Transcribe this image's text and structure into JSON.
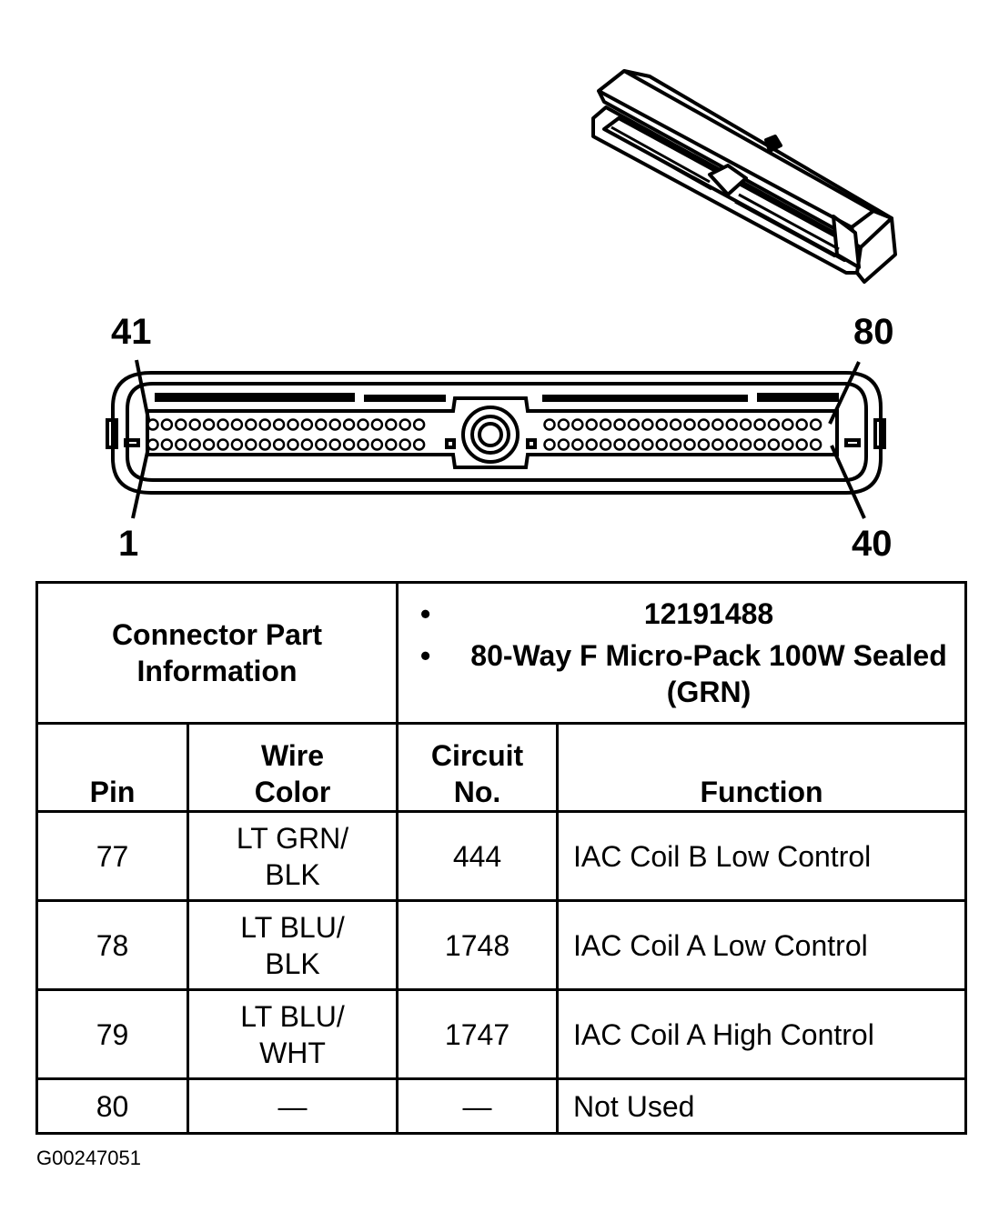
{
  "diagram": {
    "pin_labels": {
      "top_left": "41",
      "top_right": "80",
      "bottom_left": "1",
      "bottom_right": "40"
    },
    "figure_id": "G00247051"
  },
  "table": {
    "part_info_label": "Connector Part Information",
    "part_info_items": [
      "12191488",
      "80-Way F Micro-Pack 100W Sealed (GRN)"
    ],
    "bullet": "•",
    "headers": {
      "pin": "Pin",
      "wire_color_line1": "Wire",
      "wire_color_line2": "Color",
      "circuit_line1": "Circuit",
      "circuit_line2": "No.",
      "function": "Function"
    },
    "rows": [
      {
        "pin": "77",
        "wire_line1": "LT GRN/",
        "wire_line2": "BLK",
        "circuit": "444",
        "function": "IAC Coil B Low Control"
      },
      {
        "pin": "78",
        "wire_line1": "LT BLU/",
        "wire_line2": "BLK",
        "circuit": "1748",
        "function": "IAC Coil A Low Control"
      },
      {
        "pin": "79",
        "wire_line1": "LT BLU/",
        "wire_line2": "WHT",
        "circuit": "1747",
        "function": "IAC Coil A High Control"
      },
      {
        "pin": "80",
        "wire_line1": "—",
        "wire_line2": "",
        "circuit": "—",
        "function": "Not Used"
      }
    ]
  }
}
